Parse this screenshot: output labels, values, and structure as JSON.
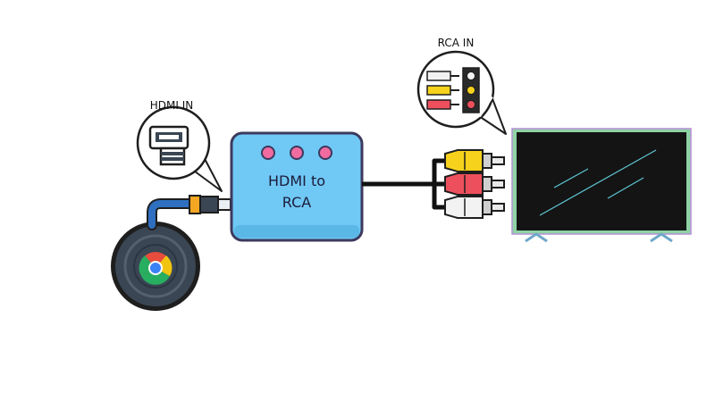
{
  "labels": {
    "hdmi_in": "HDMI IN",
    "rca_in": "RCA IN",
    "converter_line1": "HDMI to",
    "converter_line2": "RCA"
  },
  "colors": {
    "converter_fill": "#70c8f5",
    "converter_outline": "#3d3a5e",
    "converter_leds": "#f06ba0",
    "hdmi_cable": "#2f6fc0",
    "hdmi_plug_tip": "#f5a623",
    "chromecast_body": "#3a4654",
    "rca_yellow": "#f7d21c",
    "rca_red": "#ee4f5c",
    "rca_white": "#f2f2f2",
    "tv_screen": "#141414",
    "tv_frame": "#8fd3a4",
    "tv_glare": "#5ec8d6",
    "tv_stand": "#6fa7c9"
  },
  "icons": [
    "chromecast-icon",
    "chrome-logo-icon",
    "hdmi-port-icon",
    "rca-port-icon",
    "tv-icon",
    "hdmi-plug-icon",
    "rca-plug-icon"
  ]
}
